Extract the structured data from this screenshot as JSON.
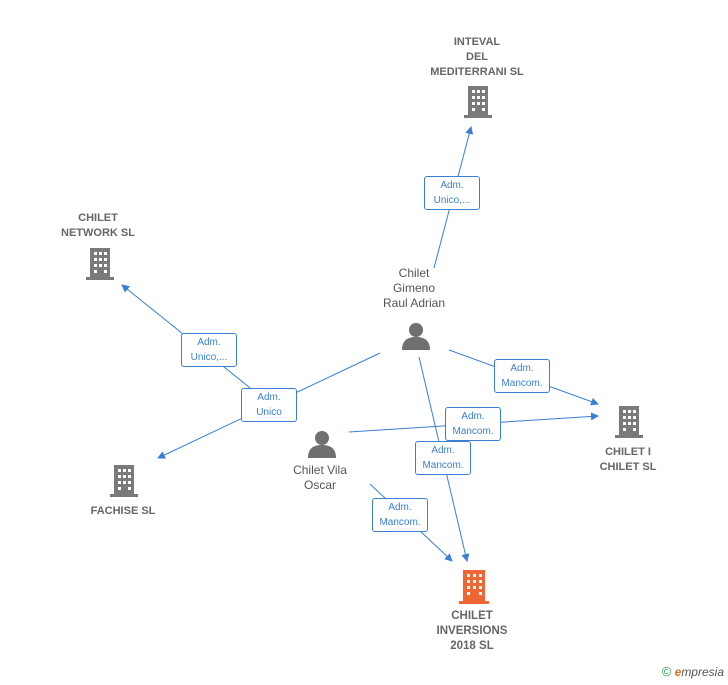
{
  "colors": {
    "edge": "#3a7fd5",
    "company": "#7a7a7a",
    "focus_company": "#ee6633",
    "person": "#707070"
  },
  "nodes": {
    "inteval": {
      "label": "INTEVAL\nDEL\nMEDITERRANI SL",
      "icon": "building-icon"
    },
    "chilet_network": {
      "label": "CHILET\nNETWORK SL",
      "icon": "building-icon"
    },
    "fachise": {
      "label": "FACHISE  SL",
      "icon": "building-icon"
    },
    "chilet_i_chilet": {
      "label": "CHILET I\nCHILET  SL",
      "icon": "building-icon"
    },
    "chilet_inversions": {
      "label": "CHILET\nINVERSIONS\n2018  SL",
      "icon": "building-icon"
    },
    "chilet_gimeno": {
      "label": "Chilet\nGimeno\nRaul Adrian",
      "icon": "person-icon"
    },
    "chilet_vila": {
      "label": "Chilet Vila\nOscar",
      "icon": "person-icon"
    }
  },
  "edges": [
    {
      "id": "gimeno-inteval",
      "label": "Adm.\nUnico,..."
    },
    {
      "id": "gimeno-network",
      "label": "Adm.\nUnico,..."
    },
    {
      "id": "gimeno-fachise",
      "label": "Adm.\nUnico"
    },
    {
      "id": "gimeno-chiletichilet",
      "label": "Adm.\nMancom."
    },
    {
      "id": "vila-chiletichilet",
      "label": "Adm.\nMancom."
    },
    {
      "id": "gimeno-inversions",
      "label": "Adm.\nMancom."
    },
    {
      "id": "vila-inversions",
      "label": "Adm.\nMancom."
    }
  ],
  "footer": {
    "copyright": "©",
    "brand_e": "e",
    "brand_rest": "mpresia"
  }
}
